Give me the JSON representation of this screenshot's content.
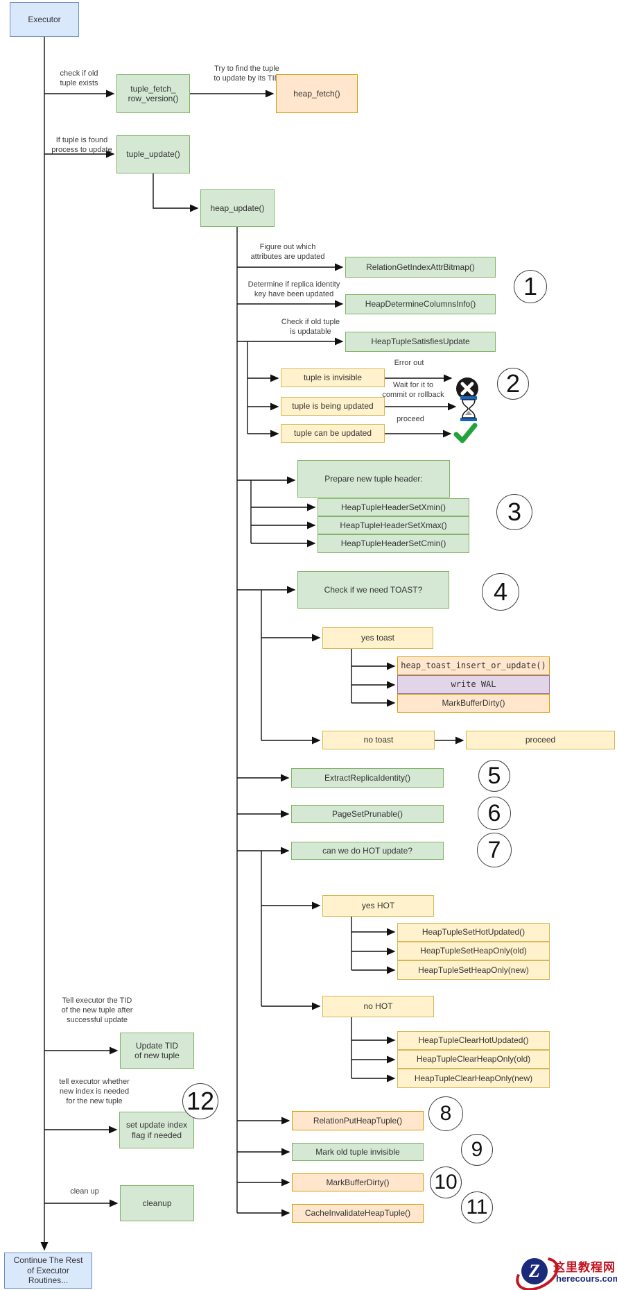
{
  "nodes": {
    "executor": "Executor",
    "tuple_fetch": "tuple_fetch_\nrow_version()",
    "heap_fetch": "heap_fetch()",
    "tuple_update": "tuple_update()",
    "heap_update": "heap_update()",
    "relation_get_index_attr_bitmap": "RelationGetIndexAttrBitmap()",
    "heap_determine_columns_info": "HeapDetermineColumnsInfo()",
    "heap_tuple_satisfies_update": "HeapTupleSatisfiesUpdate",
    "tuple_invisible": "tuple is invisible",
    "tuple_being_updated": "tuple is being updated",
    "tuple_can_be_updated": "tuple can be updated",
    "prepare_header": "Prepare new tuple header:",
    "set_xmin": "HeapTupleHeaderSetXmin()",
    "set_xmax": "HeapTupleHeaderSetXmax()",
    "set_cmin": "HeapTupleHeaderSetCmin()",
    "check_toast": "Check if we need TOAST?",
    "yes_toast": "yes toast",
    "heap_toast_insert_or_update": "heap_toast_insert_or_update()",
    "write_wal": "write WAL",
    "mark_buffer_dirty_toast": "MarkBufferDirty()",
    "no_toast": "no toast",
    "proceed": "proceed",
    "extract_replica_identity": "ExtractReplicaIdentity()",
    "page_set_prunable": "PageSetPrunable()",
    "can_hot_update": "can we do HOT update?",
    "yes_hot": "yes HOT",
    "set_hot_updated": "HeapTupleSetHotUpdated()",
    "set_heap_only_old": "HeapTupleSetHeapOnly(old)",
    "set_heap_only_new": "HeapTupleSetHeapOnly(new)",
    "no_hot": "no HOT",
    "clear_hot_updated": "HeapTupleClearHotUpdated()",
    "clear_heap_only_old": "HeapTupleClearHeapOnly(old)",
    "clear_heap_only_new": "HeapTupleClearHeapOnly(new)",
    "relation_put_heap_tuple": "RelationPutHeapTuple()",
    "mark_old_tuple_invisible": "Mark old tuple invisible",
    "mark_buffer_dirty_2": "MarkBufferDirty()",
    "cache_invalidate_heap_tuple": "CacheInvalidateHeapTuple()",
    "update_tid": "Update TID\nof new tuple",
    "set_update_index": "set update index\nflag if needed",
    "cleanup": "cleanup",
    "continue_rest": "Continue The Rest\nof Executor\nRoutines..."
  },
  "labels": {
    "check_old_exists": "check if old\ntuple exists",
    "try_find_tid": "Try to find the tuple\nto update by its TID",
    "if_found": "If tuple is found\nprocess to update",
    "figure_attrs": "Figure out which\nattributes are updated",
    "determine_replica": "Determine if replica identity\nkey have been updated",
    "check_updatable": "Check if old tuple\nis updatable",
    "error_out": "Error out",
    "wait_commit": "Wait for it to\ncommit or rollback",
    "proceed_label": "proceed",
    "tell_tid": "Tell executor the TID\nof the new tuple after\nsuccessful update",
    "tell_index": "tell executor whether\nnew index is needed\nfor the new tuple",
    "clean_up": "clean up"
  },
  "steps": [
    "1",
    "2",
    "3",
    "4",
    "5",
    "6",
    "7",
    "8",
    "9",
    "10",
    "11",
    "12"
  ],
  "icons": {
    "error": "x-circle",
    "wait": "hourglass",
    "ok": "checkmark"
  },
  "colors": {
    "box_blue": "#dae8fc",
    "box_green": "#d5e8d4",
    "box_yellow": "#fff2cc",
    "box_orange": "#ffe6cc",
    "box_purple": "#e1d5e7",
    "check_green": "#22a33c",
    "hourglass_blue": "#1565c0",
    "error_black": "#1a1a1a"
  },
  "watermark": {
    "site_name": "这里教程网",
    "site_url": "herecours.com",
    "logo_letter": "Z"
  }
}
